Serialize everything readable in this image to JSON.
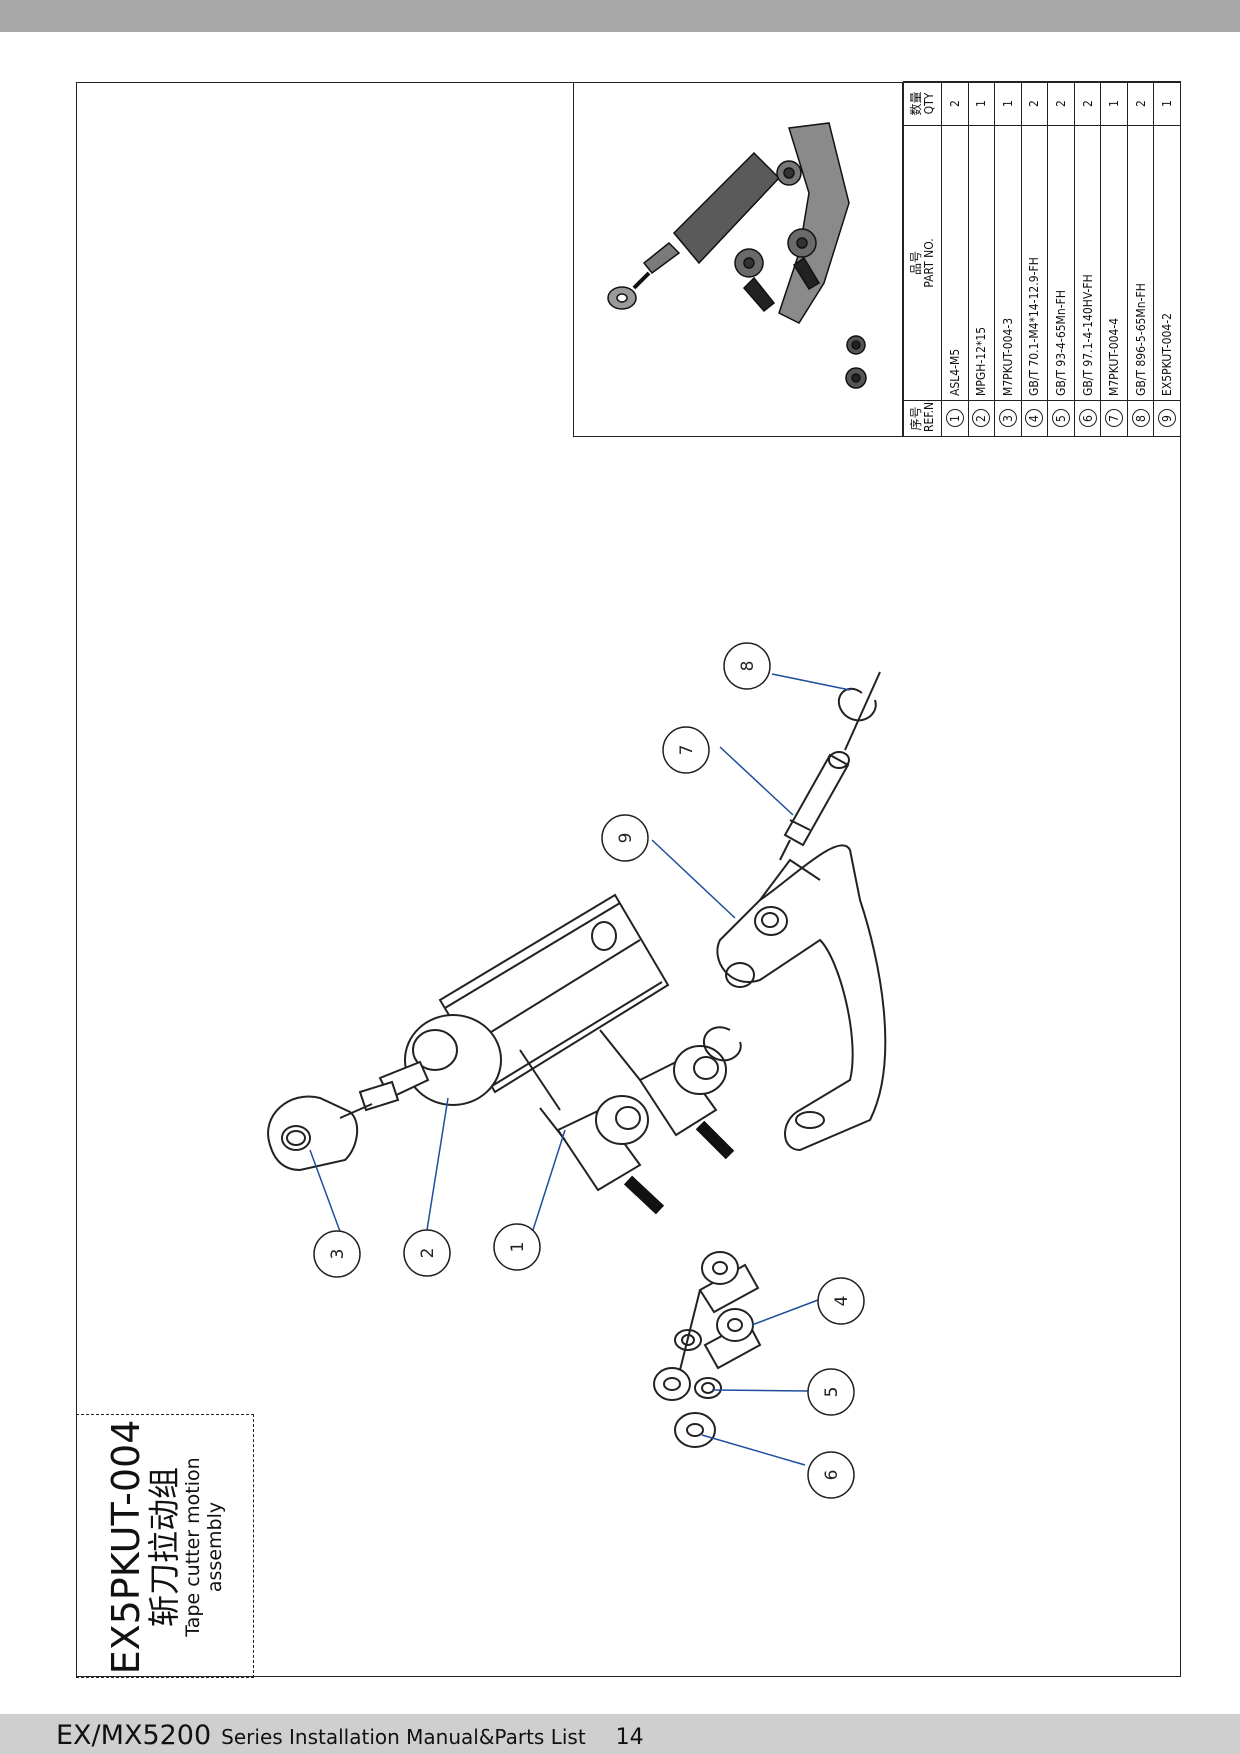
{
  "page": {
    "footer": {
      "model": "EX/MX5200",
      "rest": "Series  Installation Manual&Parts List",
      "page_number": "14"
    }
  },
  "title_block": {
    "code": "EX5PKUT-004",
    "name_cn": "斩刀拉动组",
    "name_en": "Tape cutter motion assembly"
  },
  "bom": {
    "header": {
      "ref_cn": "序号",
      "ref_en": "REF.NO",
      "part_cn": "品号",
      "part_en": "PART NO.",
      "qty_cn": "数量",
      "qty_en": "QTY"
    },
    "rows": [
      {
        "ref": "1",
        "part": "ASL4-M5",
        "qty": "2"
      },
      {
        "ref": "2",
        "part": "MPGH-12*15",
        "qty": "1"
      },
      {
        "ref": "3",
        "part": "M7PKUT-004-3",
        "qty": "1"
      },
      {
        "ref": "4",
        "part": "GB/T 70.1-M4*14-12.9-FH",
        "qty": "2"
      },
      {
        "ref": "5",
        "part": "GB/T 93-4-65Mn-FH",
        "qty": "2"
      },
      {
        "ref": "6",
        "part": "GB/T 97.1-4-140HV-FH",
        "qty": "2"
      },
      {
        "ref": "7",
        "part": "M7PKUT-004-4",
        "qty": "1"
      },
      {
        "ref": "8",
        "part": "GB/T 896-5-65Mn-FH",
        "qty": "2"
      },
      {
        "ref": "9",
        "part": "EX5PKUT-004-2",
        "qty": "1"
      }
    ]
  },
  "callouts": [
    "1",
    "2",
    "3",
    "4",
    "5",
    "6",
    "7",
    "8",
    "9"
  ],
  "colors": {
    "leader": "#1f4e9c",
    "line": "#222222",
    "top_bar": "#a8a8a8",
    "bottom_bar": "#cfcfcf"
  }
}
